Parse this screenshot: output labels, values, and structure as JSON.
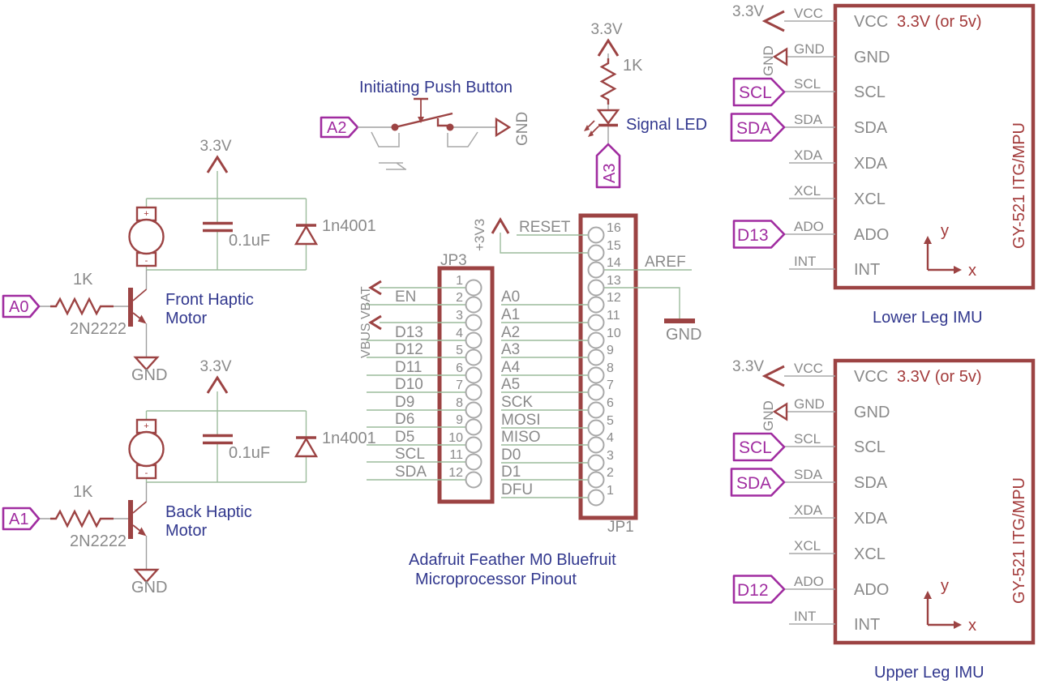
{
  "colors": {
    "component": "#9c4343",
    "header_purple": "#a02ca0",
    "net_wire_green": "#9cbc9c",
    "text_gray": "#8a8a8a",
    "text_blue": "#32388e",
    "text_maroon": "#a33b3b"
  },
  "front_motor": {
    "rail": "3.3V",
    "input": "A0",
    "resistor": "1K",
    "transistor": "2N2222",
    "gnd": "GND",
    "cap": "0.1uF",
    "diode": "1n4001",
    "plus": "+",
    "minus": "-",
    "name1": "Front Haptic",
    "name2": "Motor"
  },
  "back_motor": {
    "rail": "3.3V",
    "input": "A1",
    "resistor": "1K",
    "transistor": "2N2222",
    "gnd": "GND",
    "cap": "0.1uF",
    "diode": "1n4001",
    "plus": "+",
    "minus": "-",
    "name1": "Back Haptic",
    "name2": "Motor"
  },
  "push_button": {
    "title": "Initiating Push Button",
    "input": "A2",
    "gnd": "GND"
  },
  "signal_led": {
    "rail": "3.3V",
    "resistor": "1K",
    "name": "Signal LED",
    "pin": "A3"
  },
  "feather": {
    "title1": "Adafruit Feather M0  Bluefruit",
    "title2": "Microprocessor Pinout",
    "jp3": {
      "name": "JP3",
      "side_label": "VBUS VBAT",
      "pins": [
        {
          "num": "1",
          "label": ""
        },
        {
          "num": "2",
          "label": "EN"
        },
        {
          "num": "3",
          "label": ""
        },
        {
          "num": "4",
          "label": "D13"
        },
        {
          "num": "5",
          "label": "D12"
        },
        {
          "num": "6",
          "label": "D11"
        },
        {
          "num": "7",
          "label": "D10"
        },
        {
          "num": "8",
          "label": "D9"
        },
        {
          "num": "9",
          "label": "D6"
        },
        {
          "num": "10",
          "label": "D5"
        },
        {
          "num": "11",
          "label": "SCL"
        },
        {
          "num": "12",
          "label": "SDA"
        }
      ]
    },
    "jp1": {
      "name": "JP1",
      "reset": "RESET",
      "rail": "+3V3",
      "aref": "AREF",
      "gnd": "GND",
      "pins": [
        {
          "num": "16",
          "label": ""
        },
        {
          "num": "15",
          "label": ""
        },
        {
          "num": "14",
          "label": ""
        },
        {
          "num": "13",
          "label": ""
        },
        {
          "num": "12",
          "label": "A0"
        },
        {
          "num": "11",
          "label": "A1"
        },
        {
          "num": "10",
          "label": "A2"
        },
        {
          "num": "9",
          "label": "A3"
        },
        {
          "num": "8",
          "label": "A4"
        },
        {
          "num": "7",
          "label": "A5"
        },
        {
          "num": "6",
          "label": "SCK"
        },
        {
          "num": "5",
          "label": "MOSI"
        },
        {
          "num": "4",
          "label": "MISO"
        },
        {
          "num": "3",
          "label": "D0"
        },
        {
          "num": "2",
          "label": "D1"
        },
        {
          "num": "1",
          "label": "DFU"
        }
      ]
    }
  },
  "imu_lower": {
    "title": "Lower Leg IMU",
    "rail": "3.3V",
    "gnd": "GND",
    "voltage_note": "3.3V (or 5v)",
    "chip": "GY-521  ITG/MPU",
    "axis_x": "x",
    "axis_y": "y",
    "header_scl": "SCL",
    "header_sda": "SDA",
    "header_ado": "D13",
    "pins": [
      {
        "name": "VCC"
      },
      {
        "name": "GND"
      },
      {
        "name": "SCL"
      },
      {
        "name": "SDA"
      },
      {
        "name": "XDA"
      },
      {
        "name": "XCL"
      },
      {
        "name": "ADO"
      },
      {
        "name": "INT"
      }
    ]
  },
  "imu_upper": {
    "title": "Upper Leg IMU",
    "rail": "3.3V",
    "gnd": "GND",
    "voltage_note": "3.3V (or 5v)",
    "chip": "GY-521  ITG/MPU",
    "axis_x": "x",
    "axis_y": "y",
    "header_scl": "SCL",
    "header_sda": "SDA",
    "header_ado": "D12",
    "pins": [
      {
        "name": "VCC"
      },
      {
        "name": "GND"
      },
      {
        "name": "SCL"
      },
      {
        "name": "SDA"
      },
      {
        "name": "XDA"
      },
      {
        "name": "XCL"
      },
      {
        "name": "ADO"
      },
      {
        "name": "INT"
      }
    ]
  }
}
